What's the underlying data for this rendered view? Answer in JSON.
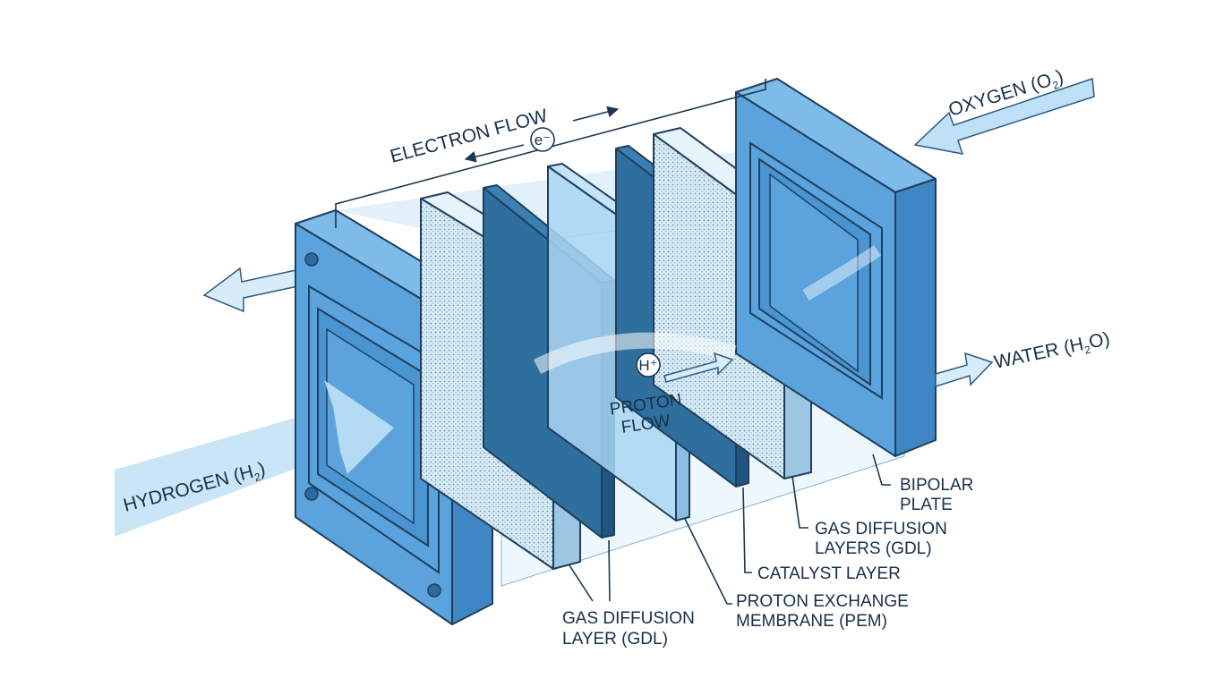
{
  "labels": {
    "electron_flow": "ELECTRON FLOW",
    "electron_symbol": "e⁻",
    "oxygen": "OXYGEN (O",
    "oxygen_sub": "2",
    "oxygen_close": ")",
    "water": "WATER (H",
    "water_sub": "2",
    "water_close": "O)",
    "hydrogen": "HYDROGEN (H",
    "hydrogen_sub": "2",
    "hydrogen_close": ")",
    "proton_symbol": "H⁺",
    "proton_flow_line1": "PROTON",
    "proton_flow_line2": "FLOW",
    "bipolar_plate_line1": "BIPOLAR",
    "bipolar_plate_line2": "PLATE",
    "gdl_right_line1": "GAS DIFFUSION",
    "gdl_right_line2": "LAYERS (GDL)",
    "catalyst_layer": "CATALYST LAYER",
    "pem_line1": "PROTON EXCHANGE",
    "pem_line2": "MEMBRANE (PEM)",
    "gdl_left_line1": "GAS DIFFUSION",
    "gdl_left_line2": "LAYER (GDL)"
  },
  "colors": {
    "plate": "#5aa3dd",
    "plate_dark": "#3f86c4",
    "catalyst": "#2f6f9e",
    "membrane": "#a9d6f2",
    "gdl": "#cfe7f5",
    "stream": "#bfe0f5",
    "outline": "#1f3f5c"
  }
}
